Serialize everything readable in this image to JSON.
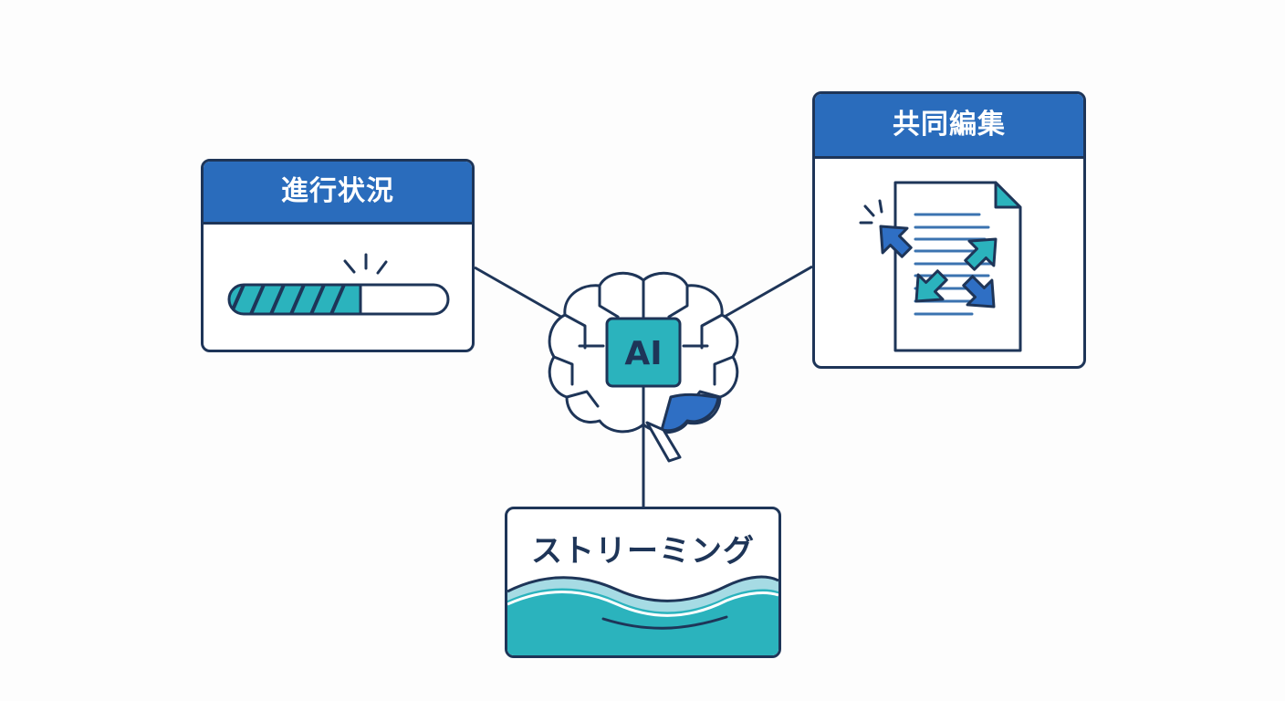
{
  "center": {
    "label": "AI"
  },
  "nodes": {
    "progress": {
      "title": "進行状況",
      "progress": 0.6
    },
    "collab": {
      "title": "共同編集"
    },
    "stream": {
      "title": "ストリーミング"
    }
  },
  "colors": {
    "outline": "#1e3558",
    "header_blue": "#2a6cbc",
    "teal": "#2bb3bd",
    "light_teal": "#a6dbe4",
    "cursor_blue": "#2f6fc4"
  },
  "icons": [
    "brain-icon",
    "progress-bar",
    "document-icon",
    "cursor-icon",
    "wave-icon"
  ]
}
